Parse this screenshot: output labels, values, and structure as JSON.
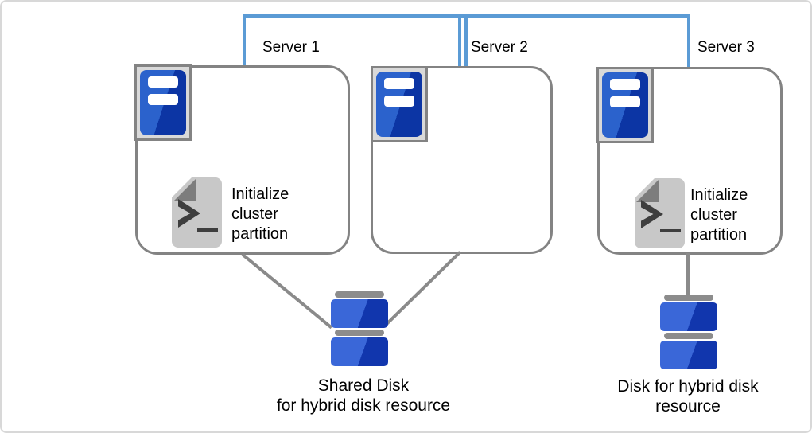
{
  "diagram_type": "cluster-architecture-diagram",
  "servers": [
    {
      "label": "Server 1",
      "has_init_script": true
    },
    {
      "label": "Server 2",
      "has_init_script": false
    },
    {
      "label": "Server 3",
      "has_init_script": true
    }
  ],
  "script": {
    "label": "Initialize\ncluster\npartition"
  },
  "storage": {
    "shared_disk": {
      "label": "Shared Disk\nfor hybrid disk resource"
    },
    "hybrid_disk": {
      "label": "Disk for hybrid disk\nresource"
    }
  },
  "colors": {
    "background": "#FFFFFF",
    "frame_border": "#D8D8D8",
    "network_line": "#5B9BD5",
    "outline": "#838383",
    "line_gray": "#8A8A8A",
    "icon_frame_fill": "#D9D9D9",
    "server_blue_light": "#2B62CC",
    "server_blue_dark": "#0C35A4",
    "disk_blue_light": "#3A67D8",
    "disk_blue_dark": "#1136AD",
    "disk_bar": "#8C8C8C",
    "doc_fill": "#C8C8C8",
    "doc_fold": "#7D7D7D",
    "doc_glyph": "#3E3E3E",
    "text": "#000000"
  }
}
